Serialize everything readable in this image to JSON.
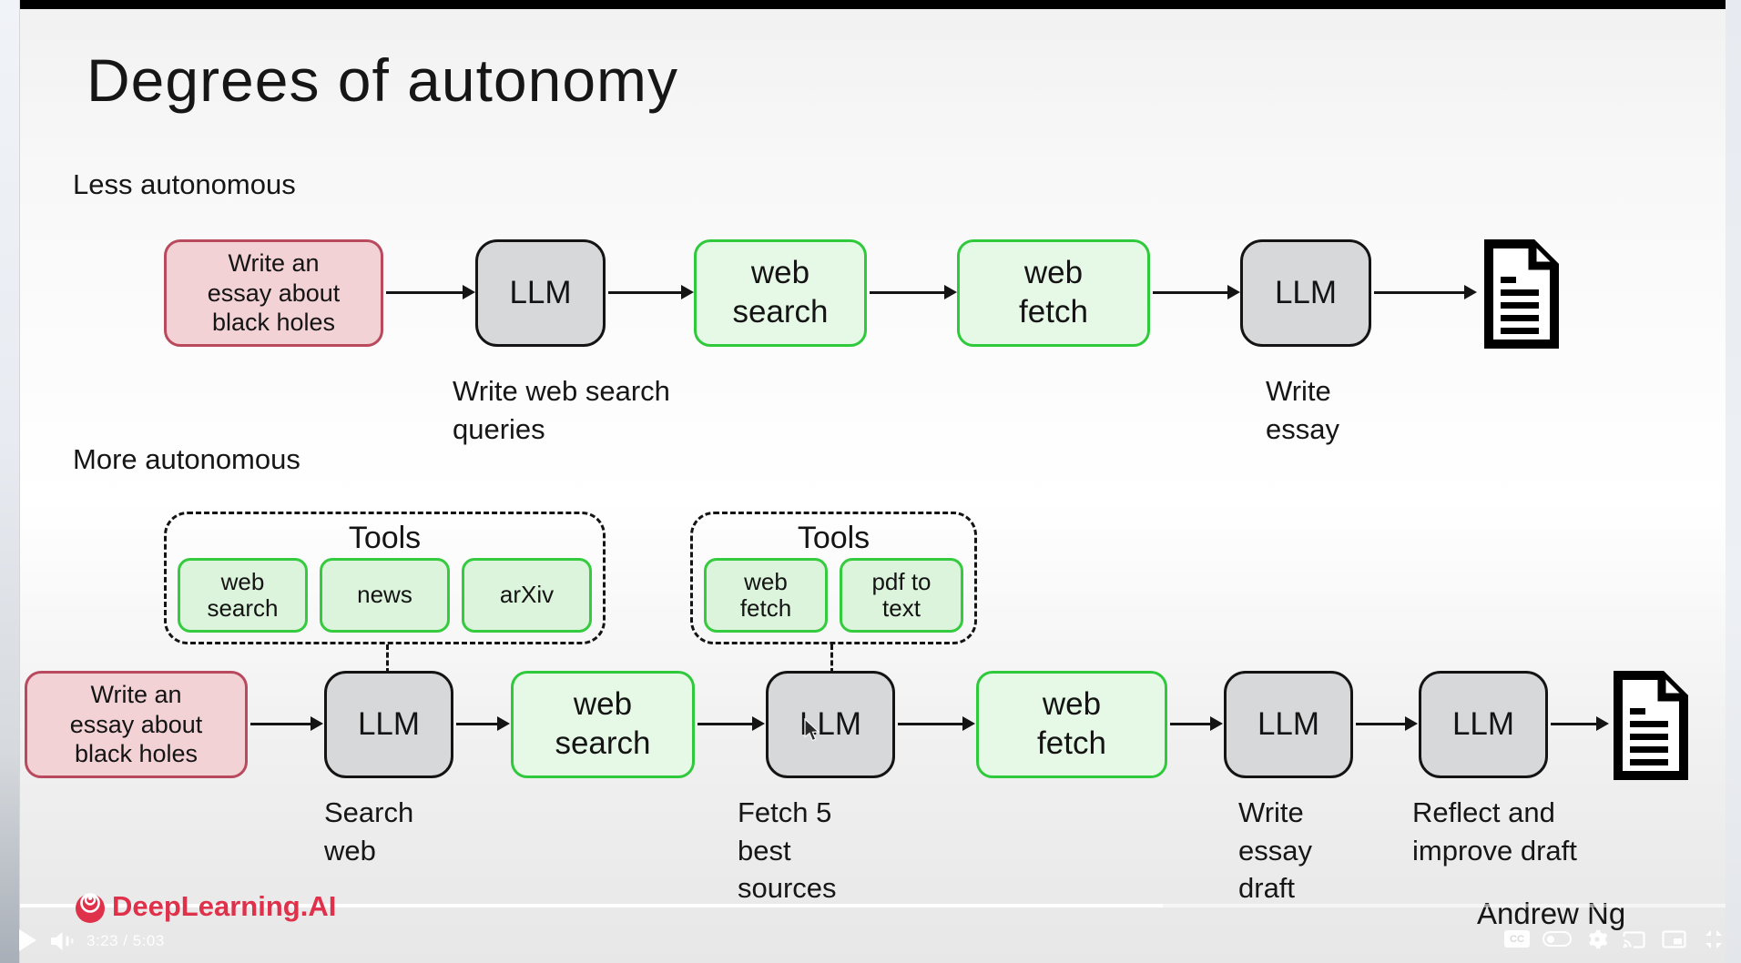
{
  "colors": {
    "prompt-fill": "#f3d2d6",
    "prompt-border": "#b94a5e",
    "llm-fill": "#d6d8da",
    "tool-fill": "#e6f8e6",
    "tool-border": "#2fc93c",
    "mini-fill": "#dcf3dc",
    "mini-border": "#35cb3f",
    "logo-red": "#e0314b"
  },
  "slide": {
    "title": "Degrees of autonomy",
    "less_label": "Less autonomous",
    "more_label": "More autonomous",
    "credit": "Andrew Ng"
  },
  "flow_less": {
    "prompt": "Write an essay about black holes",
    "llm_search": {
      "label": "LLM",
      "caption": "Write web search queries"
    },
    "web_search": "web search",
    "web_fetch": "web fetch",
    "llm_write": {
      "label": "LLM",
      "caption": "Write essay"
    },
    "output_icon": "document-icon"
  },
  "flow_more": {
    "prompt": "Write an essay about black holes",
    "llm_search": {
      "label": "LLM",
      "caption": "Search web"
    },
    "web_search": "web search",
    "llm_fetch": {
      "label": "LLM",
      "caption": "Fetch 5 best sources"
    },
    "web_fetch": "web fetch",
    "llm_draft": {
      "label": "LLM",
      "caption": "Write essay draft"
    },
    "llm_reflect": {
      "label": "LLM",
      "caption": "Reflect and improve draft"
    },
    "output_icon": "document-icon"
  },
  "tools_search": {
    "title": "Tools",
    "items": [
      "web search",
      "news",
      "arXiv"
    ]
  },
  "tools_fetch": {
    "title": "Tools",
    "items": [
      "web fetch",
      "pdf to text"
    ]
  },
  "logo": {
    "text": "DeepLearning.AI"
  },
  "player": {
    "time": "3:23 / 5:03",
    "cc_label": "CC",
    "progress_percent": 67
  }
}
